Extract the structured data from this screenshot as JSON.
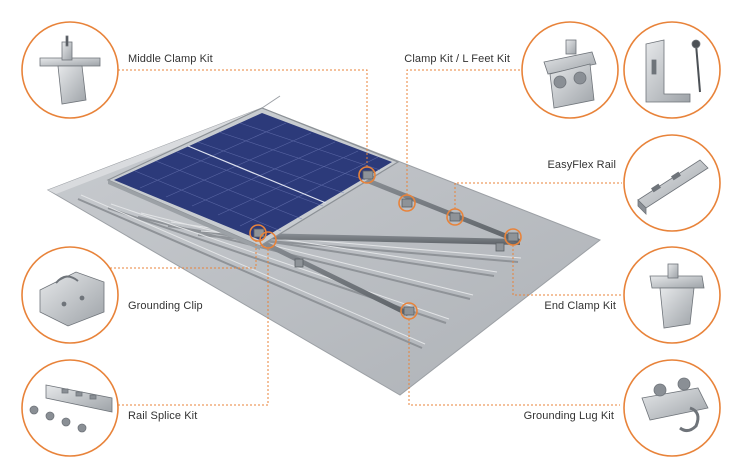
{
  "accent_color": "#e8833a",
  "components": {
    "middle_clamp": {
      "label": "Middle Clamp Kit",
      "icon": "middle-clamp-icon"
    },
    "clamp_l_feet": {
      "label": "Clamp Kit / L Feet Kit",
      "icon": "clamp-kit-icon"
    },
    "easyflex_rail": {
      "label": "EasyFlex Rail",
      "icon": "rail-profile-icon"
    },
    "grounding_clip": {
      "label": "Grounding Clip",
      "icon": "grounding-clip-icon"
    },
    "end_clamp": {
      "label": "End Clamp Kit",
      "icon": "end-clamp-icon"
    },
    "rail_splice": {
      "label": "Rail Splice Kit",
      "icon": "rail-splice-icon"
    },
    "grounding_lug": {
      "label": "Grounding Lug Kit",
      "icon": "grounding-lug-icon"
    }
  }
}
